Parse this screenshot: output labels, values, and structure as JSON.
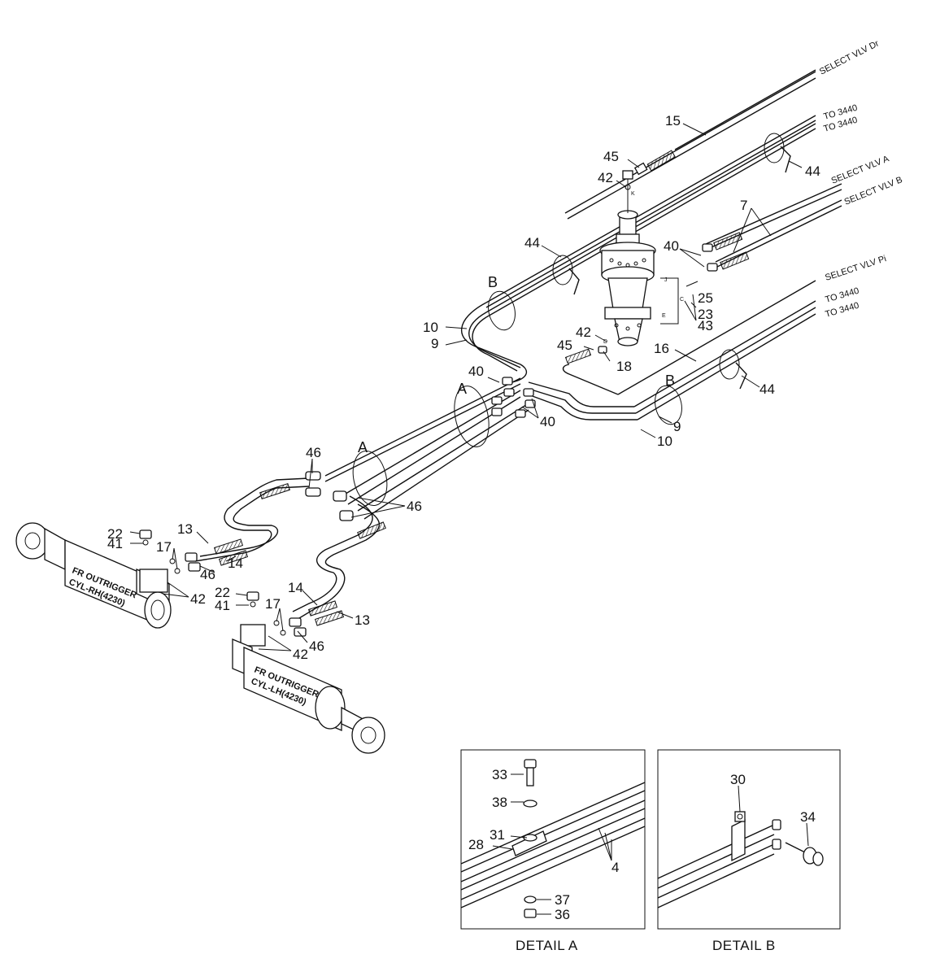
{
  "callouts": {
    "c15": "15",
    "c45a": "45",
    "c42a": "42",
    "c44a": "44",
    "c7": "7",
    "c40a": "40",
    "c25": "25",
    "c23": "23",
    "c43": "43",
    "c44b": "44",
    "c10a": "10",
    "c9a": "9",
    "c42b": "42",
    "c45b": "45",
    "c18": "18",
    "c16": "16",
    "c44c": "44",
    "c40b": "40",
    "c40c": "40",
    "c9b": "9",
    "c10b": "10",
    "c46a": "46",
    "c46b": "46",
    "c22a": "22",
    "c41a": "41",
    "c17a": "17",
    "c13a": "13",
    "c14a": "14",
    "c46c": "46",
    "c42c": "42",
    "c22b": "22",
    "c41b": "41",
    "c14b": "14",
    "c17b": "17",
    "c13b": "13",
    "c42d": "42",
    "c46d": "46",
    "c33": "33",
    "c38": "38",
    "c31": "31",
    "c28": "28",
    "c4": "4",
    "c37": "37",
    "c36": "36",
    "c30": "30",
    "c34": "34"
  },
  "sections": {
    "b1": "B",
    "a1": "A",
    "b2": "B",
    "a2": "A"
  },
  "routing": {
    "sel_dr": "SELECT VLV  Dr",
    "to3440_1": "TO 3440",
    "to3440_2": "TO 3440",
    "sel_a": "SELECT VLV  A",
    "sel_b": "SELECT VLV  B",
    "sel_pi": "SELECT VLV  Pi",
    "to3440_3": "TO 3440",
    "to3440_4": "TO 3440"
  },
  "cylinders": {
    "rh_line1": "FR OUTRIGGER",
    "rh_line2": "CYL-RH(4230)",
    "lh_line1": "FR OUTRIGGER",
    "lh_line2": "CYL-LH(4230)"
  },
  "port_letters": {
    "k": "K",
    "j": "J",
    "c": "C",
    "e": "E",
    "d": "D"
  },
  "details": {
    "a_caption": "DETAIL  A",
    "b_caption": "DETAIL  B"
  },
  "colors": {
    "ink": "#111111",
    "paper": "#ffffff"
  }
}
